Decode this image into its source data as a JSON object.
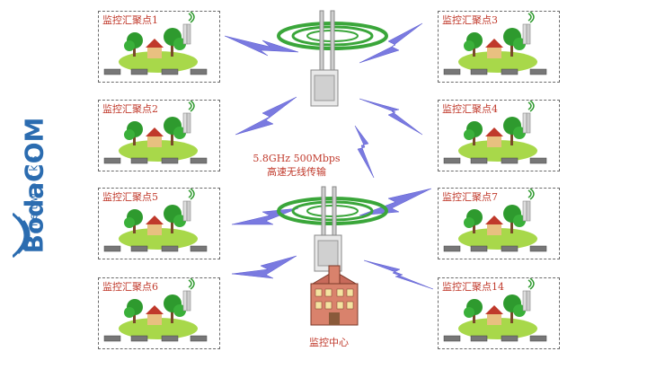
{
  "logo": {
    "main": "BodaCOM",
    "sub": "networks"
  },
  "nodes": [
    {
      "label": "监控汇聚点1",
      "side": "left",
      "row": 0
    },
    {
      "label": "监控汇聚点2",
      "side": "left",
      "row": 1
    },
    {
      "label": "监控汇聚点5",
      "side": "left",
      "row": 2
    },
    {
      "label": "监控汇聚点6",
      "side": "left",
      "row": 3
    },
    {
      "label": "监控汇聚点3",
      "side": "right",
      "row": 0
    },
    {
      "label": "监控汇聚点4",
      "side": "right",
      "row": 1
    },
    {
      "label": "监控汇聚点7",
      "side": "right",
      "row": 2
    },
    {
      "label": "监控汇聚点14",
      "side": "right",
      "row": 3
    }
  ],
  "link": {
    "line1": "5.8GHz 500Mbps",
    "line2": "高速无线传输"
  },
  "center": {
    "label": "监控中心"
  },
  "colors": {
    "label": "#c0392b",
    "bolt": "#6a6ad6",
    "wave": "#3aa63a",
    "brand": "#2b6cb0"
  },
  "icons": [
    "tree-icon",
    "house-icon",
    "camera-icon",
    "antenna-icon",
    "signal-icon",
    "building-icon",
    "lightning-icon"
  ]
}
